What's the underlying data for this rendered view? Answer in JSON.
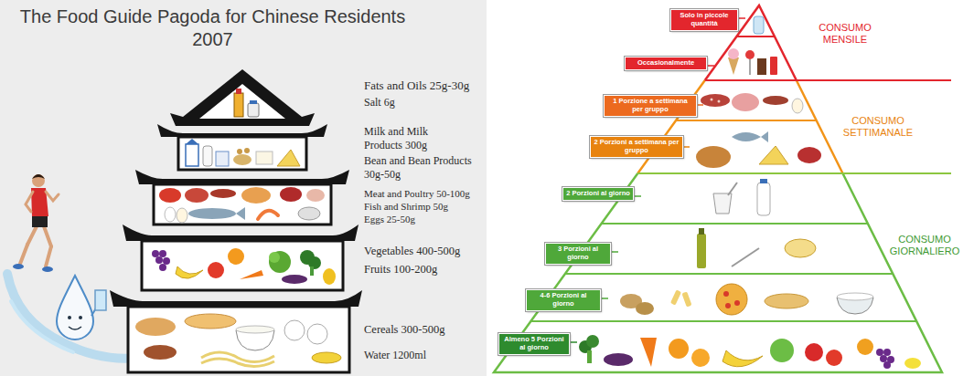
{
  "diagram": {
    "title": "The Food Guide Pagoda for Chinese Residents 2007",
    "nodes": [
      {
        "text": [
          "Solo in piccole quantità"
        ]
      },
      {
        "text": [
          "Occasionalmente"
        ]
      },
      {
        "text": [
          "1 Porzione a settimana per gruppo"
        ]
      },
      {
        "text": [
          "2 Porzioni a settimana per gruppo"
        ]
      },
      {
        "text": [
          "2 Porzioni al giorno"
        ]
      },
      {
        "text": [
          "3 Porzioni al giorno"
        ]
      },
      {
        "text": [
          "4-6 Porzioni al giorno"
        ]
      },
      {
        "text": [
          "Almeno 5 Porzioni al giorno"
        ]
      }
    ],
    "labels": [
      "Fats and Oils 25g-30g",
      "Salt 6g",
      "Milk and Milk Products 300g",
      "Bean and Bean Products 30g-50g",
      "Meat and Poultry 50-100g",
      "Fish and Shrimp 50g",
      "Eggs 25-50g",
      "Vegetables 400-500g",
      "Fruits 100-200g",
      "Cereals 300-500g",
      "Water 1200ml",
      "CONSUMO MENSILE",
      "CONSUMO SETTIMANALE",
      "CONSUMO GIORNALIERO"
    ]
  }
}
